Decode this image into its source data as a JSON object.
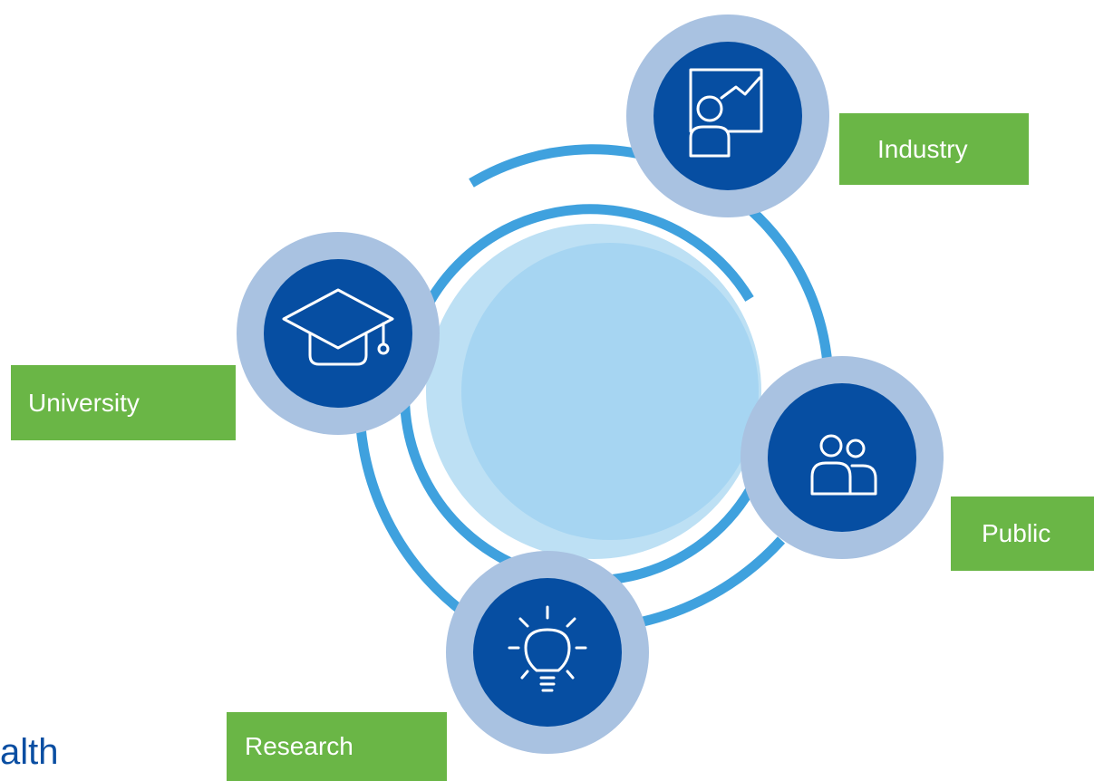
{
  "nodes": {
    "industry": {
      "label": "Industry",
      "icon": "presentation-chart-icon"
    },
    "university": {
      "label": "University",
      "icon": "graduation-cap-icon"
    },
    "public": {
      "label": "Public",
      "icon": "people-icon"
    },
    "research": {
      "label": "Research",
      "icon": "lightbulb-icon"
    }
  },
  "logo": {
    "text": "alth"
  },
  "colors": {
    "arc": "#3fa1de",
    "center_outer": "#bde0f4",
    "center_inner": "#a6d5f2",
    "node_halo": "#a9c2e1",
    "node_core": "#064ea2",
    "label_bg": "#6ab646",
    "label_text": "#ffffff"
  }
}
